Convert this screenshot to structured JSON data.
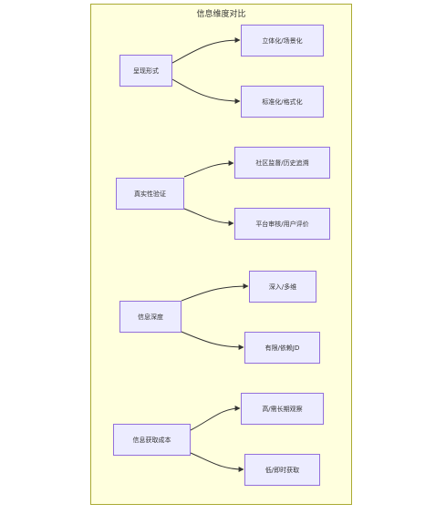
{
  "diagram": {
    "title": "信息维度对比",
    "groups": [
      {
        "label": "呈现形式",
        "children": [
          "立体化/场景化",
          "标准化/格式化"
        ]
      },
      {
        "label": "真实性验证",
        "children": [
          "社区监督/历史追溯",
          "平台审核/用户评价"
        ]
      },
      {
        "label": "信息深度",
        "children": [
          "深入/多维",
          "有限/依赖JD"
        ]
      },
      {
        "label": "信息获取成本",
        "children": [
          "高/需长期观察",
          "低/即时获取"
        ]
      }
    ]
  }
}
